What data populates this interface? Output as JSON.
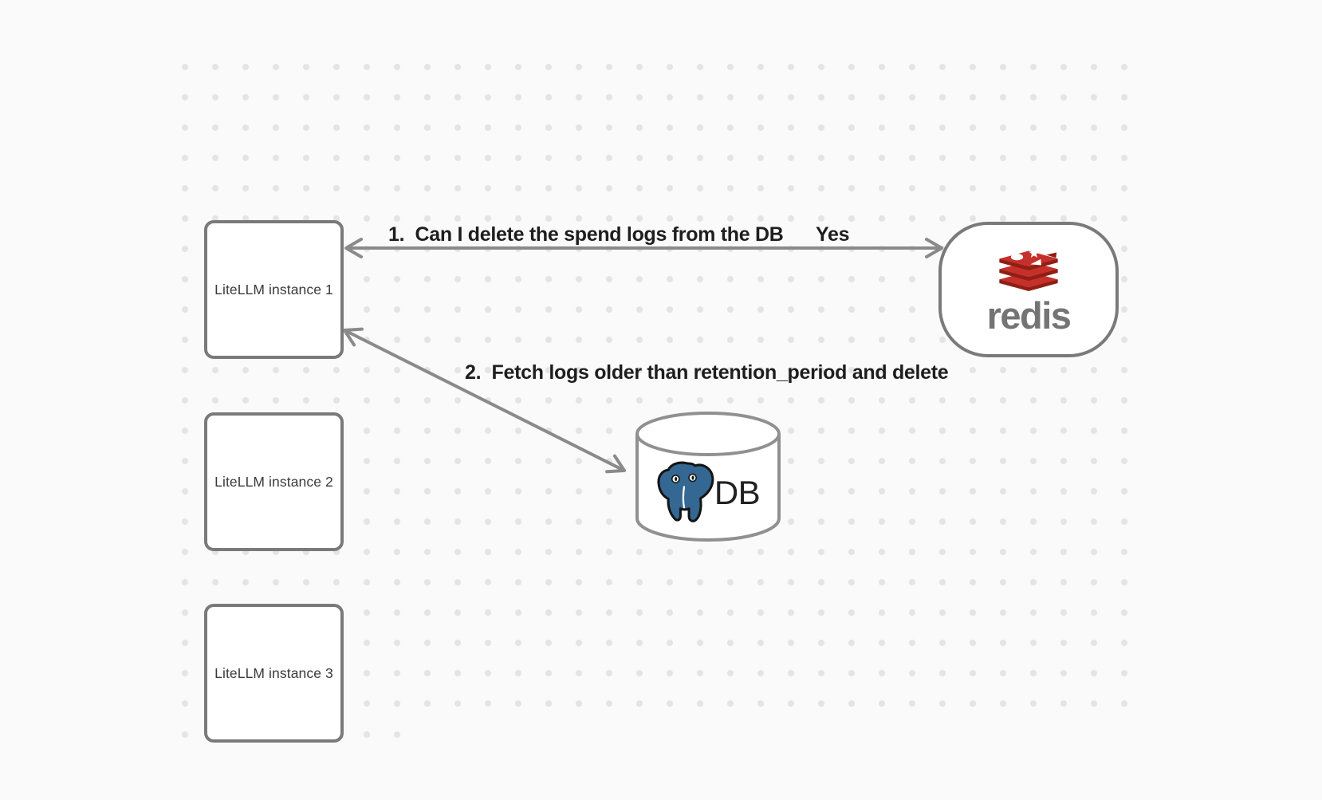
{
  "diagram": {
    "nodes": {
      "instances": [
        {
          "label": "LiteLLM instance 1"
        },
        {
          "label": "LiteLLM instance 2"
        },
        {
          "label": "LiteLLM instance 3"
        }
      ],
      "redis": {
        "wordmark": "redis",
        "icon": "redis-logo-icon"
      },
      "database": {
        "label": "DB",
        "icon": "postgresql-elephant-icon"
      }
    },
    "edges": [
      {
        "label": "1.  Can I delete the spend logs from the DB",
        "answer": "Yes",
        "from": "LiteLLM instance 1",
        "to": "redis",
        "arrows": "both"
      },
      {
        "label": "2.  Fetch logs older than retention_period and delete",
        "from": "LiteLLM instance 1",
        "to": "DB",
        "arrows": "both"
      }
    ],
    "colors": {
      "background": "#fafafa",
      "grid_dot": "#e4e4e6",
      "shape_stroke": "#7a7a7a",
      "arrow_stroke": "#8a8a8a",
      "cylinder_stroke": "#909090",
      "annotation_text": "#1e1e1e",
      "node_text": "#3a3a3a",
      "redis_text": "#747474",
      "redis_red": "#c6302b",
      "redis_red_dark": "#8f1f15",
      "postgres_blue": "#346791",
      "db_text": "#212121"
    }
  }
}
